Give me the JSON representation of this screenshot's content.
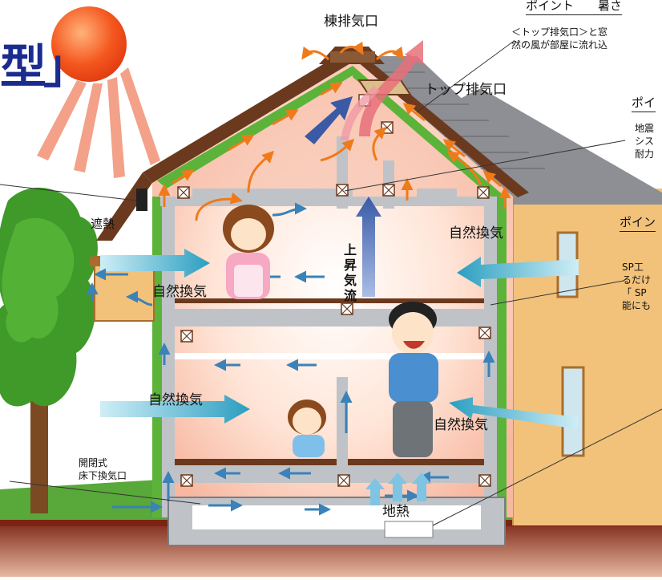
{
  "title_fragment": "型」",
  "labels": {
    "ridge_exhaust": "棟排気口",
    "top_exhaust": "トップ排気口",
    "heat_shield": "遮熱",
    "natural_vent_upper_right": "自然換気",
    "natural_vent_upper_left": "自然換気",
    "natural_vent_lower_left": "自然換気",
    "natural_vent_lower_right": "自然換気",
    "rising_air": "上昇気流",
    "floor_vent_1": "開閉式",
    "floor_vent_2": "床下換気口",
    "geothermal": "地熱"
  },
  "points": [
    {
      "head": "ポイント　　暑さ",
      "body": "＜トップ排気口＞と窓\n然の風が部屋に流れ込"
    },
    {
      "head": "ポイ",
      "body": "地震\nシス\n耐力"
    },
    {
      "head": "ポイン",
      "body": "SP工\nるだけ\n「 SP\n能にも"
    }
  ],
  "colors": {
    "sky_arrow": "#3aa6c4",
    "warm_arrow": "#f07a1a",
    "rising_arrow": "#4768b0",
    "roof": "#6b3a1e",
    "insulation": "#5cb33a",
    "wall_gray": "#bfc3c8",
    "ground": "#8b2a14",
    "grass": "#59a83a",
    "tree": "#3f9a2a",
    "sun": "#f4571e",
    "title": "#1b2c8f"
  }
}
